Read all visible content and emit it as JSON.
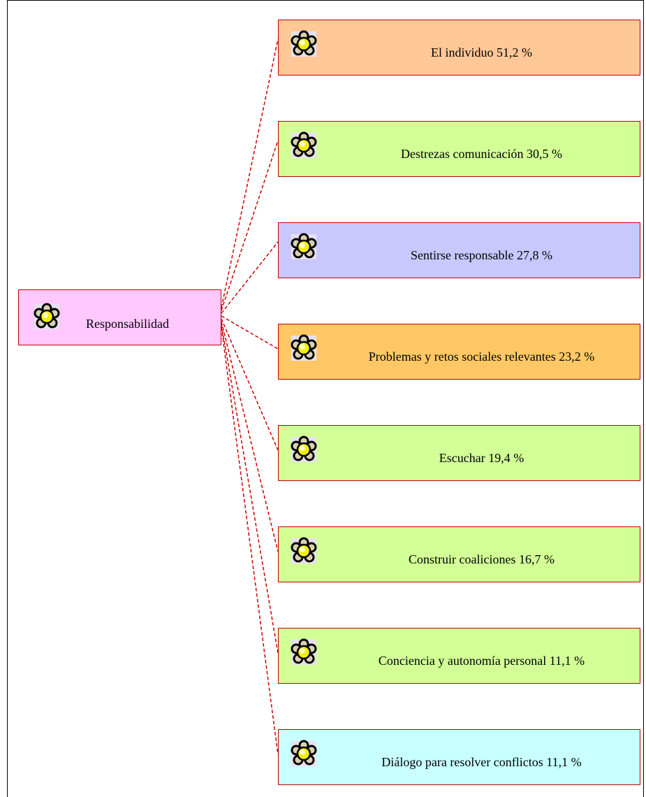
{
  "root": {
    "label": "Responsabilidad",
    "color": "#ffc8ff",
    "icon": "flower-icon"
  },
  "children": [
    {
      "label": "El individuo   51,2 %",
      "color": "#ffc896"
    },
    {
      "label": "Destrezas comunicación   30,5 %",
      "color": "#d2ff96"
    },
    {
      "label": "Sentirse responsable   27,8 %",
      "color": "#c8c8ff"
    },
    {
      "label": "Problemas y retos sociales relevantes  23,2 %",
      "color": "#ffc864"
    },
    {
      "label": "Escuchar   19,4 %",
      "color": "#d2ff96"
    },
    {
      "label": "Construir coaliciones   16,7 %",
      "color": "#d2ff96"
    },
    {
      "label": "Conciencia y autonomía personal   11,1 %",
      "color": "#d2ff96"
    },
    {
      "label": "Diálogo para resolver conflictos   11,1 %",
      "color": "#c8ffff"
    }
  ],
  "connector_color": "#cc0000"
}
